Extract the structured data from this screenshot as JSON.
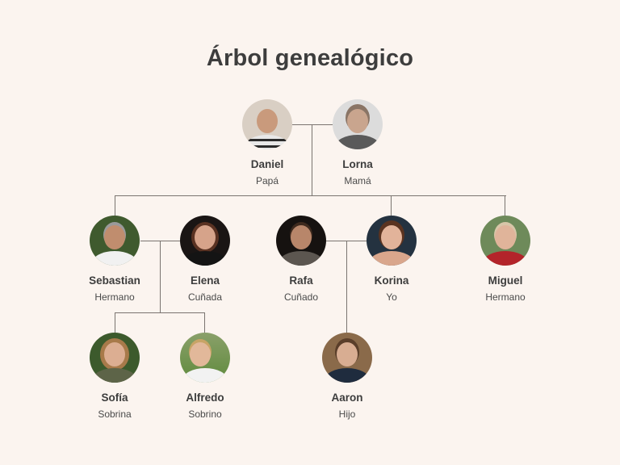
{
  "title": "Árbol genealógico",
  "colors": {
    "background": "#fbf4ef",
    "line": "#7a7470",
    "text": "#3d3d3d"
  },
  "people": {
    "daniel": {
      "name": "Daniel",
      "role": "Papá",
      "photo": "older-man-striped-shirt"
    },
    "lorna": {
      "name": "Lorna",
      "role": "Mamá",
      "photo": "older-woman-glasses"
    },
    "sebastian": {
      "name": "Sebastian",
      "role": "Hermano",
      "photo": "man-gray-beard"
    },
    "elena": {
      "name": "Elena",
      "role": "Cuñada",
      "photo": "woman-dark-background"
    },
    "rafa": {
      "name": "Rafa",
      "role": "Cuñado",
      "photo": "bearded-man-dark-background"
    },
    "korina": {
      "name": "Korina",
      "role": "Yo",
      "photo": "young-woman-portrait"
    },
    "miguel": {
      "name": "Miguel",
      "role": "Hermano",
      "photo": "young-man-red-shirt"
    },
    "sofia": {
      "name": "Sofía",
      "role": "Sobrina",
      "photo": "girl-curly-hair"
    },
    "alfredo": {
      "name": "Alfredo",
      "role": "Sobrino",
      "photo": "boy-playing-outdoors"
    },
    "aaron": {
      "name": "Aaron",
      "role": "Hijo",
      "photo": "boy-library"
    }
  }
}
